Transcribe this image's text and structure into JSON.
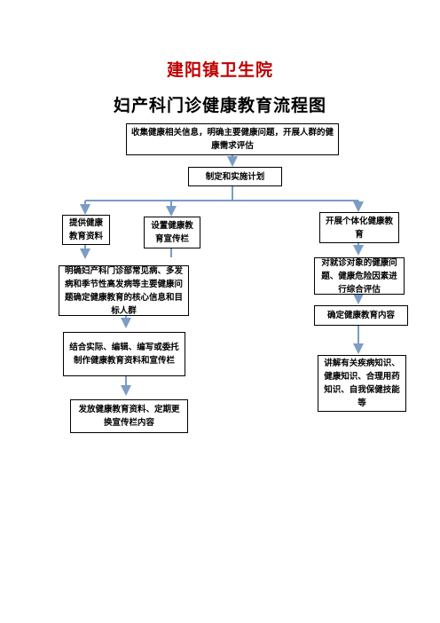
{
  "header": {
    "org_name": "建阳镇卫生院",
    "chart_title": "妇产科门诊健康教育流程图"
  },
  "flow": {
    "collect": "收集健康相关信息，明确主要健康问题，开展人群的健康需求评估",
    "plan": "制定和实施计划",
    "provide_materials": "提供健康教育资料",
    "set_bulletin": "设置健康教育宣传栏",
    "individual": "开展个体化健康教育",
    "clarify_info": "明确妇产科门诊部常见病、多发病和季节性高发病等主要健康问题确定健康教育的核心信息和目标人群",
    "produce_materials": "结合实际、编辑、编写或委托制作健康教育资料和宣传栏",
    "distribute": "发放健康教育资料、定期更换宣传栏内容",
    "assess": "对就诊对象的健康问题、健康危险因素进行综合评估",
    "determine_content": "确定健康教育内容",
    "explain": "讲解有关疾病知识、健康知识、合理用药知识、自我保健技能等"
  },
  "colors": {
    "org_title": "#c00000",
    "connector": "#7a9cc6"
  }
}
